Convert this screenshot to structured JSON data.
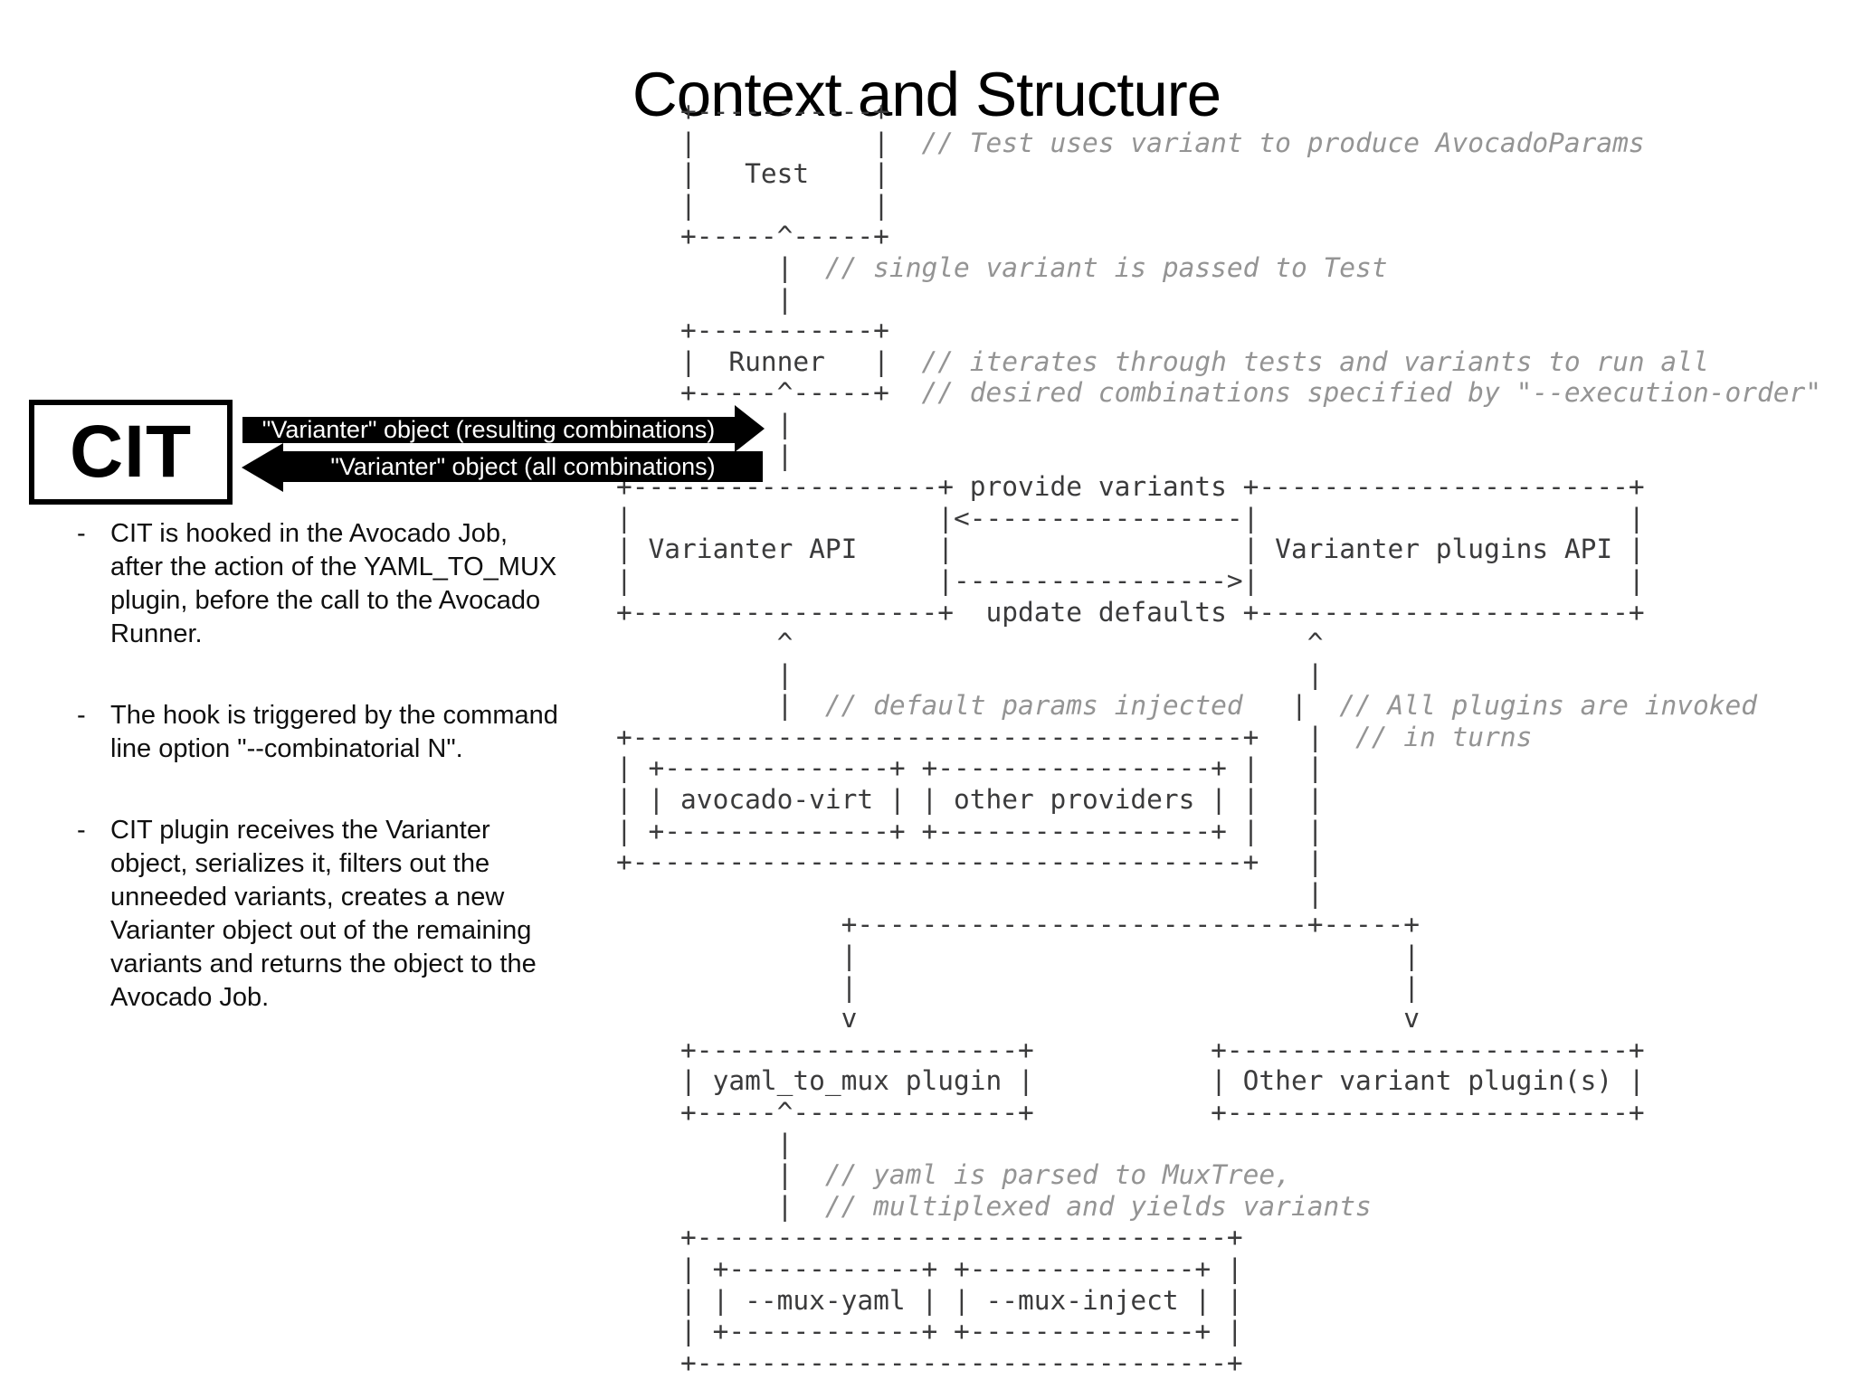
{
  "title": "Context and Structure",
  "colors": {
    "background": "#ffffff",
    "diagram_ink": "#3b3b3c",
    "comment_gray": "#949494",
    "accent_black": "#000000",
    "arrow_text_white": "#ffffff"
  },
  "cit": {
    "label": "CIT",
    "arrow_right_label": "\"Varianter\" object (resulting combinations)",
    "arrow_left_label": "\"Varianter\" object (all combinations)"
  },
  "notes": {
    "marker": "-",
    "items": [
      "CIT is hooked in the Avocado Job, after the action of the YAML_TO_MUX plugin, before the call to the Avocado Runner.",
      "The hook is triggered by the command line option \"--combinatorial N\".",
      "CIT plugin receives the Varianter object, serializes it, filters out the unneeded variants, creates a new Varianter object out of the remaining variants and returns the object to the Avocado Job."
    ]
  },
  "diagram": {
    "entities": [
      "Test",
      "Runner",
      "Varianter API",
      "Varianter plugins API",
      "avocado-virt",
      "other providers",
      "yaml_to_mux plugin",
      "Other variant plugin(s)",
      "--mux-yaml",
      "--mux-inject"
    ],
    "relations": [
      "provide variants",
      "update defaults"
    ],
    "comments": [
      "// Test uses variant to produce AvocadoParams",
      "// single variant is passed to Test",
      "// iterates through tests and variants to run all",
      "// desired combinations specified by \"--execution-order\"",
      "// default params injected",
      "// All plugins are invoked",
      "// in turns",
      "// yaml is parsed to MuxTree,",
      "// multiplexed and yields variants"
    ],
    "lines": [
      [
        [
          "d",
          "    +-----------+"
        ]
      ],
      [
        [
          "d",
          "    |           |  "
        ],
        [
          "c",
          "// Test uses variant to produce AvocadoParams"
        ]
      ],
      [
        [
          "d",
          "    |   Test    |"
        ]
      ],
      [
        [
          "d",
          "    |           |"
        ]
      ],
      [
        [
          "d",
          "    +-----^-----+"
        ]
      ],
      [
        [
          "d",
          "          |  "
        ],
        [
          "c",
          "// single variant is passed to Test"
        ]
      ],
      [
        [
          "d",
          "          |"
        ]
      ],
      [
        [
          "d",
          "    +-----------+"
        ]
      ],
      [
        [
          "d",
          "    |  Runner   |  "
        ],
        [
          "c",
          "// iterates through tests and variants to run all"
        ]
      ],
      [
        [
          "d",
          "    +-----^-----+  "
        ],
        [
          "c",
          "// desired combinations specified by \"--execution-order\""
        ]
      ],
      [
        [
          "d",
          "          |"
        ]
      ],
      [
        [
          "d",
          "          |"
        ]
      ],
      [
        [
          "d",
          "+-------------------+ provide variants +-----------------------+"
        ]
      ],
      [
        [
          "d",
          "|                   |<-----------------|                       |"
        ]
      ],
      [
        [
          "d",
          "| Varianter API     |                  | Varianter plugins API |"
        ]
      ],
      [
        [
          "d",
          "|                   |----------------->|                       |"
        ]
      ],
      [
        [
          "d",
          "+-------------------+  update defaults +-----------------------+"
        ]
      ],
      [
        [
          "d",
          "          ^                                ^"
        ]
      ],
      [
        [
          "d",
          "          |                                |"
        ]
      ],
      [
        [
          "d",
          "          |  "
        ],
        [
          "c",
          "// default params injected"
        ],
        [
          "d",
          "   |  "
        ],
        [
          "c",
          "// All plugins are invoked"
        ]
      ],
      [
        [
          "d",
          "+--------------------------------------+   |  "
        ],
        [
          "c",
          "// in turns"
        ]
      ],
      [
        [
          "d",
          "| +--------------+ +-----------------+ |   |"
        ]
      ],
      [
        [
          "d",
          "| | avocado-virt | | other providers | |   |"
        ]
      ],
      [
        [
          "d",
          "| +--------------+ +-----------------+ |   |"
        ]
      ],
      [
        [
          "d",
          "+--------------------------------------+   |"
        ]
      ],
      [
        [
          "d",
          "                                           |"
        ]
      ],
      [
        [
          "d",
          "              +----------------------------+-----+"
        ]
      ],
      [
        [
          "d",
          "              |                                  |"
        ]
      ],
      [
        [
          "d",
          "              |                                  |"
        ]
      ],
      [
        [
          "d",
          "              v                                  v"
        ]
      ],
      [
        [
          "d",
          "    +--------------------+           +-------------------------+"
        ]
      ],
      [
        [
          "d",
          "    | yaml_to_mux plugin |           | Other variant plugin(s) |"
        ]
      ],
      [
        [
          "d",
          "    +-----^--------------+           +-------------------------+"
        ]
      ],
      [
        [
          "d",
          "          |"
        ]
      ],
      [
        [
          "d",
          "          |  "
        ],
        [
          "c",
          "// yaml is parsed to MuxTree,"
        ]
      ],
      [
        [
          "d",
          "          |  "
        ],
        [
          "c",
          "// multiplexed and yields variants"
        ]
      ],
      [
        [
          "d",
          "    +---------------------------------+"
        ]
      ],
      [
        [
          "d",
          "    | +------------+ +--------------+ |"
        ]
      ],
      [
        [
          "d",
          "    | | --mux-yaml | | --mux-inject | |"
        ]
      ],
      [
        [
          "d",
          "    | +------------+ +--------------+ |"
        ]
      ],
      [
        [
          "d",
          "    +---------------------------------+"
        ]
      ]
    ]
  }
}
